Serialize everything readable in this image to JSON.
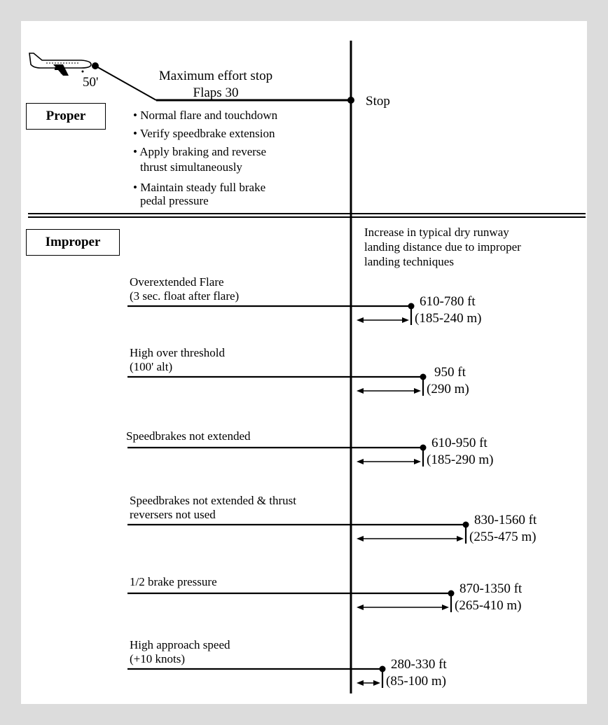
{
  "proper": {
    "label": "Proper",
    "altitude_label": "50'",
    "stop_title_line1": "Maximum effort stop",
    "stop_title_line2": "Flaps 30",
    "stop_label": "Stop",
    "bullets": [
      "Normal flare and touchdown",
      "Verify speedbrake extension",
      "Apply braking and reverse",
      "thrust simultaneously",
      "Maintain steady full brake",
      "pedal pressure"
    ]
  },
  "improper": {
    "label": "Improper",
    "header_lines": [
      "Increase in typical dry runway",
      "landing distance due to improper",
      "landing techniques"
    ],
    "rows": [
      {
        "desc_lines": [
          "Overextended Flare",
          "(3 sec. float after flare)"
        ],
        "ft": "610-780 ft",
        "m": "(185-240 m)",
        "max_ft": 780
      },
      {
        "desc_lines": [
          "High over threshold",
          "(100' alt)"
        ],
        "ft": "950 ft",
        "m": "(290 m)",
        "max_ft": 950
      },
      {
        "desc_lines": [
          "Speedbrakes not extended",
          ""
        ],
        "ft": "610-950 ft",
        "m": "(185-290 m)",
        "max_ft": 950
      },
      {
        "desc_lines": [
          "Speedbrakes not extended & thrust",
          "reversers not used"
        ],
        "ft": "830-1560 ft",
        "m": "(255-475 m)",
        "max_ft": 1560
      },
      {
        "desc_lines": [
          "1/2 brake pressure",
          ""
        ],
        "ft": "870-1350 ft",
        "m": "(265-410 m)",
        "max_ft": 1350
      },
      {
        "desc_lines": [
          "High approach speed",
          "(+10 knots)"
        ],
        "ft": "280-330 ft",
        "m": "(85-100 m)",
        "max_ft": 330
      }
    ]
  }
}
